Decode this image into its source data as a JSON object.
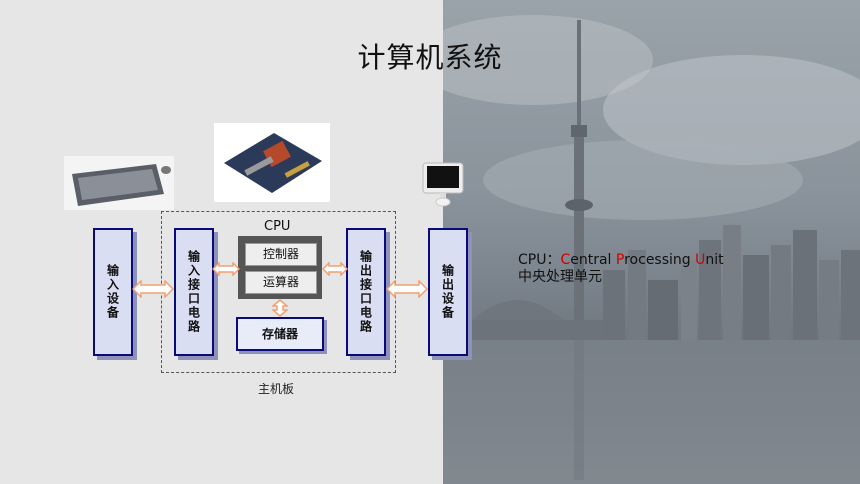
{
  "title": "计算机系统",
  "boxes": {
    "input_device": "输入设备",
    "input_interface": "输入接口电路",
    "output_interface": "输出接口电路",
    "output_device": "输出设备"
  },
  "cpu": {
    "label": "CPU",
    "controller": "控制器",
    "alu": "运算器"
  },
  "memory": "存储器",
  "motherboard": "主机板",
  "definition": {
    "prefix": "CPU：",
    "c": "C",
    "entral": "entral ",
    "p": "P",
    "rocessing": "rocessing ",
    "u": "U",
    "nit": "nit",
    "chinese": "中央处理单元"
  },
  "colors": {
    "box_border": "#0a0a7a",
    "box_fill": "#d9def2",
    "arrow": "#f0a070",
    "highlight": "#d10000"
  }
}
